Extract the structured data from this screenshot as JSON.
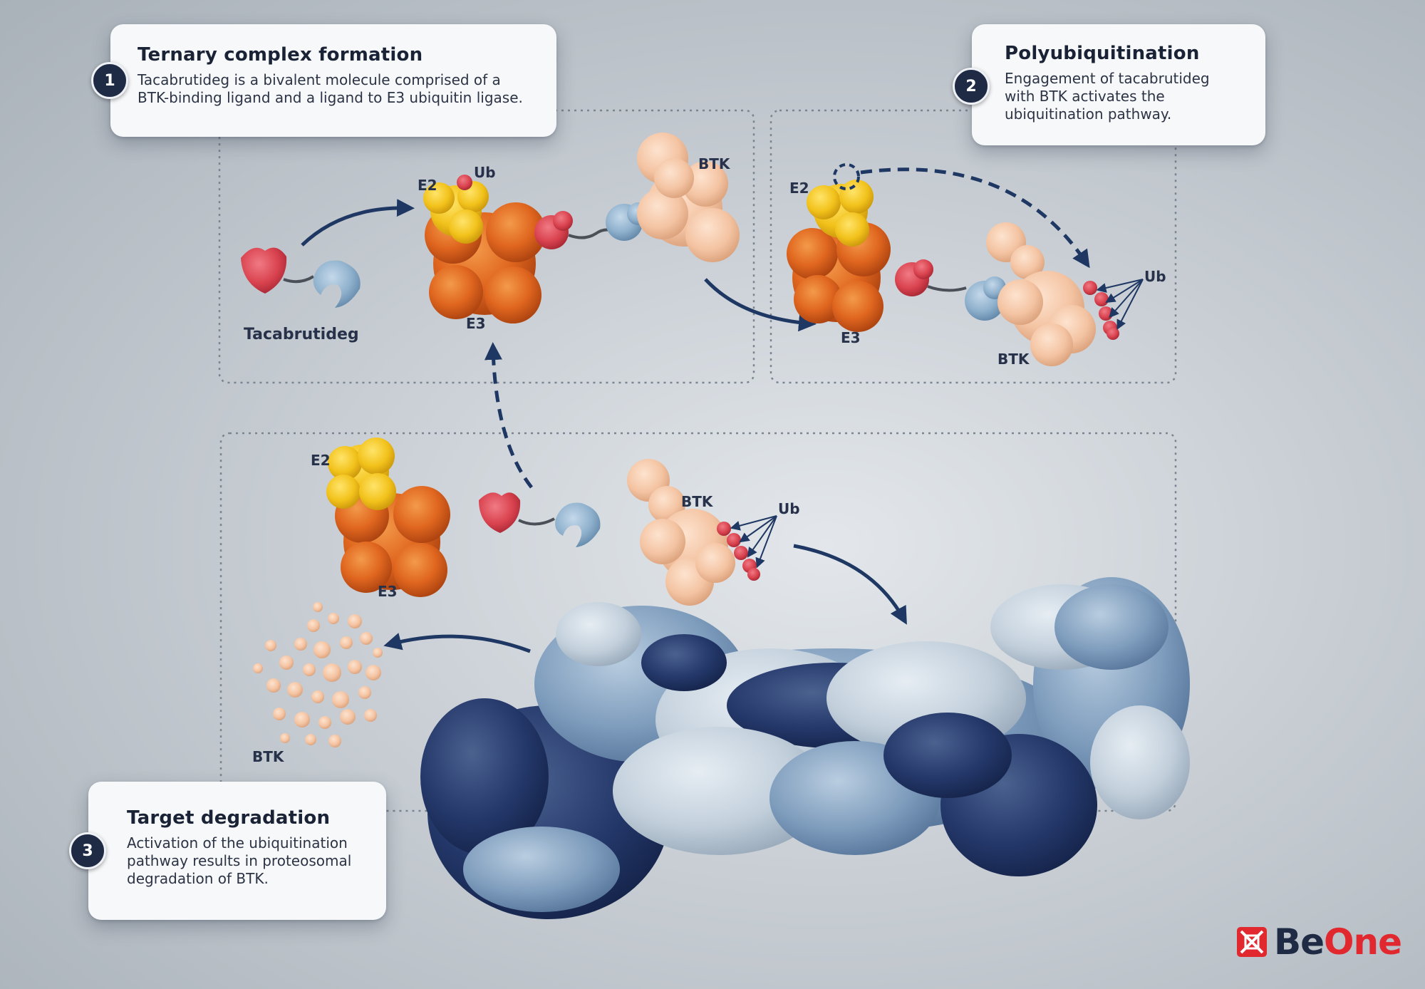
{
  "steps": [
    {
      "number": "1",
      "title": "Ternary complex formation",
      "text": "Tacabrutideg is a bivalent molecule comprised of a\nBTK-binding ligand and a ligand to E3 ubiquitin ligase."
    },
    {
      "number": "2",
      "title": "Polyubiquitination",
      "text": "Engagement of tacabrutideg\nwith BTK activates the\nubiquitination pathway."
    },
    {
      "number": "3",
      "title": "Target degradation",
      "text": "Activation of the ubiquitination\npathway results in proteosomal\ndegradation of BTK."
    }
  ],
  "labels": {
    "panel1": {
      "tacabrutideg": "Tacabrutideg",
      "e2": "E2",
      "ub": "Ub",
      "e3": "E3",
      "btk": "BTK"
    },
    "panel2": {
      "e2": "E2",
      "e3": "E3",
      "btk": "BTK",
      "ub": "Ub"
    },
    "panel3": {
      "e2": "E2",
      "e3": "E3",
      "btk": "BTK",
      "ub": "Ub",
      "btk_fragments": "BTK"
    }
  },
  "logo": {
    "part1": "Be",
    "part2": "One"
  },
  "colors": {
    "e3_orange": "#e0661f",
    "e2_yellow": "#f2c21b",
    "ub_red": "#d9434f",
    "btk_peach": "#f4c4a3",
    "ligand_blue": "#8eb0cc",
    "proteasome_dark": "#24386a",
    "arrow_navy": "#1e3763",
    "logo_red": "#e0282e",
    "badge_navy": "#1f2a44"
  }
}
